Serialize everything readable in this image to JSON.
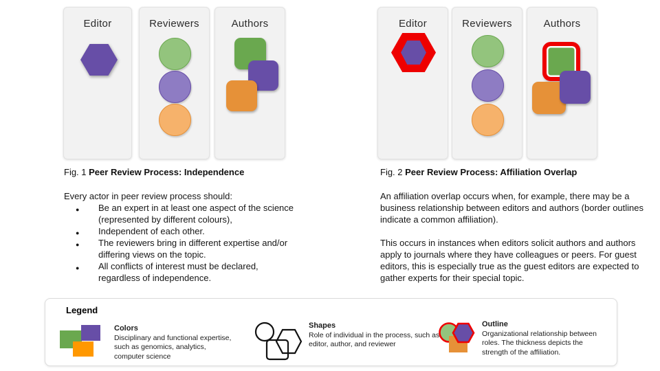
{
  "colors": {
    "green_dark": "#6aa84f",
    "green_light": "#93c47d",
    "purple_dark": "#674ea7",
    "purple_light": "#8e7cc3",
    "orange_dark": "#e69138",
    "orange_bright": "#ff9800",
    "orange_light": "#f6b26b",
    "outline_red": "#ee0000",
    "panel_gray": "#f2f2f2"
  },
  "fig1": {
    "caption_prefix": "Fig. 1",
    "caption_title": "Peer Review Process: Independence",
    "columns": {
      "editor": "Editor",
      "reviewers": "Reviewers",
      "authors": "Authors"
    },
    "intro": "Every actor in peer review process should:",
    "bullets": [
      "Be an expert in at least one aspect of the science (represented by different colours),",
      "Independent of each other.",
      "The reviewers bring in different expertise and/or differing views on the topic.",
      "All conflicts of interest must be declared, regardless of independence."
    ]
  },
  "fig2": {
    "caption_prefix": "Fig. 2",
    "caption_title": "Peer Review Process: Affiliation Overlap",
    "columns": {
      "editor": "Editor",
      "reviewers": "Reviewers",
      "authors": "Authors"
    },
    "para1": "An affiliation overlap occurs when, for example, there may be a business relationship between editors and authors (border outlines indicate a common affiliation).",
    "para2": "This occurs in instances when editors solicit authors and authors apply to journals where they have colleagues or peers. For guest editors, this is especially true as the guest editors are expected to gather experts for their special topic."
  },
  "legend": {
    "title": "Legend",
    "items": [
      {
        "name": "Colors",
        "desc": "Disciplinary and functional expertise, such as genomics, analytics, computer science"
      },
      {
        "name": "Shapes",
        "desc": "Role of individual in the process, such as editor, author, and reviewer"
      },
      {
        "name": "Outline",
        "desc": "Organizational relationship between roles. The thickness depicts the strength of the affiliation."
      }
    ]
  }
}
